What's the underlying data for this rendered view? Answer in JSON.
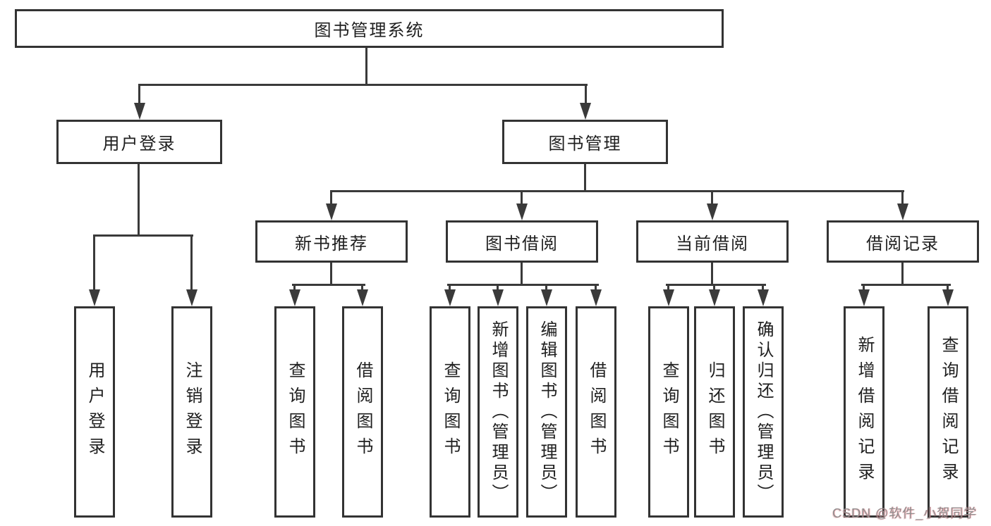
{
  "tree": {
    "root": {
      "label": "图书管理系统",
      "children": [
        {
          "label": "用户登录",
          "children": [
            {
              "label": "用户登录"
            },
            {
              "label": "注销登录"
            }
          ]
        },
        {
          "label": "图书管理",
          "children": [
            {
              "label": "新书推荐",
              "children": [
                {
                  "label": "查询图书"
                },
                {
                  "label": "借阅图书"
                }
              ]
            },
            {
              "label": "图书借阅",
              "children": [
                {
                  "label": "查询图书"
                },
                {
                  "label": "新增图书（管理员）"
                },
                {
                  "label": "编辑图书（管理员）"
                },
                {
                  "label": "借阅图书"
                }
              ]
            },
            {
              "label": "当前借阅",
              "children": [
                {
                  "label": "查询图书"
                },
                {
                  "label": "归还图书"
                },
                {
                  "label": "确认归还（管理员）"
                }
              ]
            },
            {
              "label": "借阅记录",
              "children": [
                {
                  "label": "新增借阅记录"
                },
                {
                  "label": "查询借阅记录"
                }
              ]
            }
          ]
        }
      ]
    }
  },
  "watermark": {
    "text": "CSDN @软件_小贺同学",
    "color": "#8f8f8f",
    "accent_color": "#e05561"
  },
  "colors": {
    "line": "#3a3a3a",
    "box_border": "#333333",
    "box_fill": "#ffffff",
    "text": "#1f1f1f",
    "background": "#ffffff"
  }
}
